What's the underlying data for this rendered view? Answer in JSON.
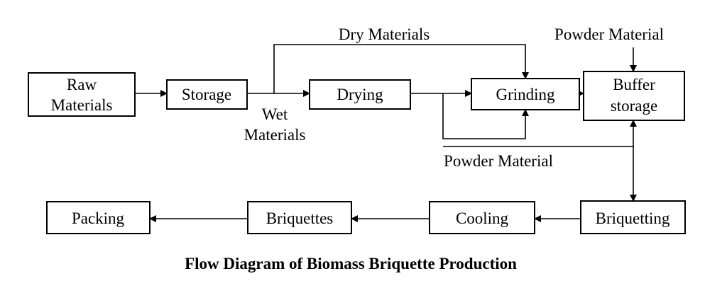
{
  "nodes": {
    "raw_materials": {
      "line1": "Raw",
      "line2": "Materials"
    },
    "storage": "Storage",
    "drying": "Drying",
    "grinding": "Grinding",
    "buffer_storage": {
      "line1": "Buffer",
      "line2": "storage"
    },
    "briquetting": "Briquetting",
    "cooling": "Cooling",
    "briquettes": "Briquettes",
    "packing": "Packing"
  },
  "labels": {
    "dry_materials": "Dry Materials",
    "powder_material_top": "Powder Material",
    "wet_materials": {
      "line1": "Wet",
      "line2": "Materials"
    },
    "powder_material_bottom": "Powder Material"
  },
  "caption": "Flow Diagram of Biomass Briquette Production",
  "colors": {
    "stroke": "#000000",
    "background": "#ffffff"
  }
}
